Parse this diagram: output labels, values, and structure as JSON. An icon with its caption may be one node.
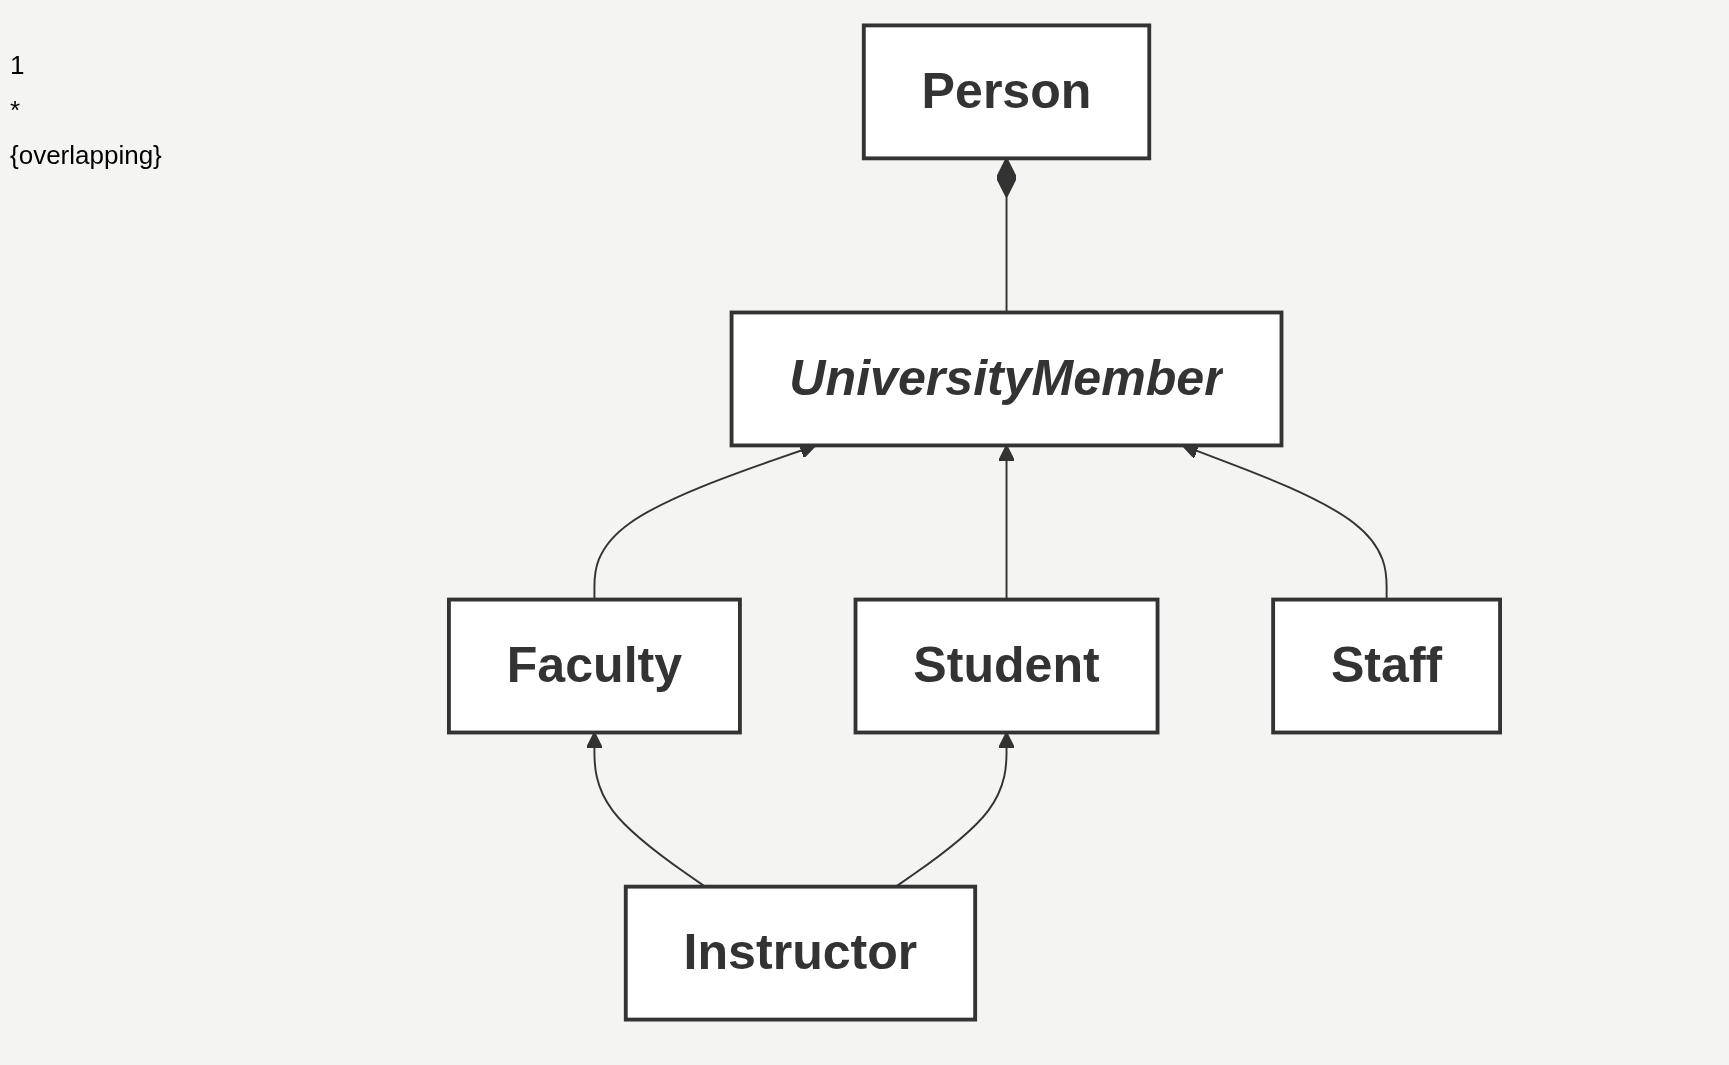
{
  "diagram": {
    "nodes": [
      {
        "text": [
          "Person"
        ]
      },
      {
        "text": [
          "UniversityMember"
        ]
      },
      {
        "text": [
          "Faculty"
        ]
      },
      {
        "text": [
          "Student"
        ]
      },
      {
        "text": [
          "Staff"
        ]
      },
      {
        "text": [
          "Instructor"
        ]
      }
    ],
    "edges": [
      {
        "from": 0,
        "to": 1,
        "arrow": "other"
      },
      {
        "from": 2,
        "to": 1,
        "arrow": "to"
      },
      {
        "from": 3,
        "to": 1,
        "arrow": "to"
      },
      {
        "from": 4,
        "to": 1,
        "arrow": "to"
      },
      {
        "from": 5,
        "to": 2,
        "arrow": "to"
      },
      {
        "from": 5,
        "to": 3,
        "arrow": "to"
      }
    ],
    "labels": [
      "1",
      "*",
      "{overlapping}"
    ]
  }
}
